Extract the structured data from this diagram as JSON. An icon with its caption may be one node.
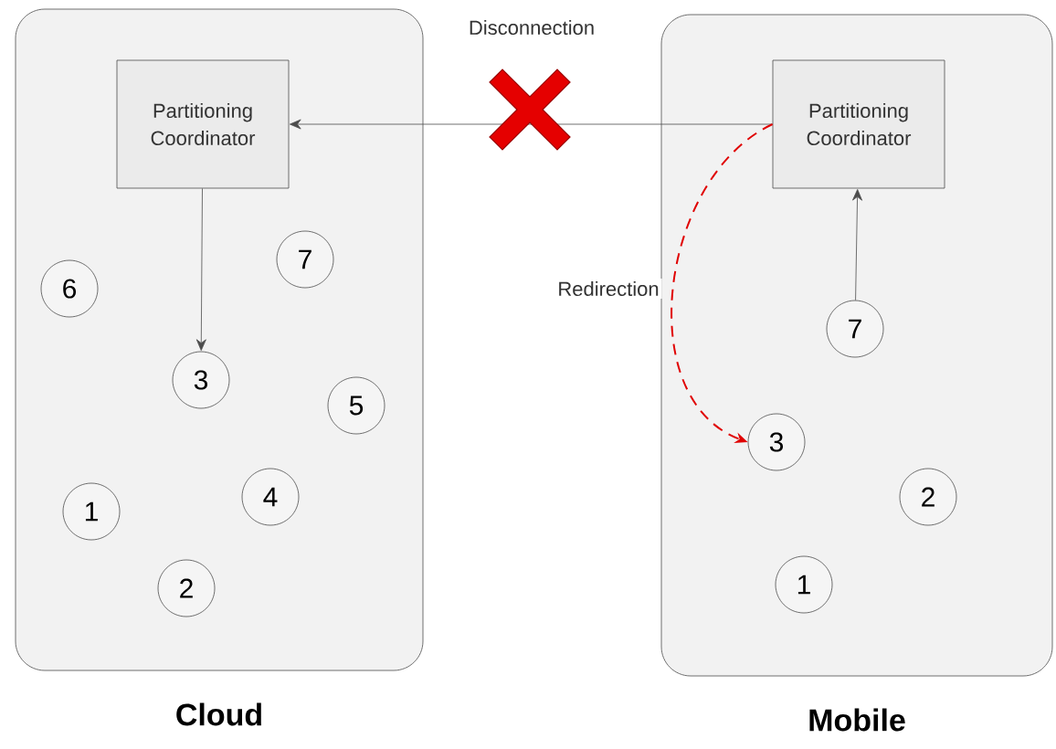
{
  "diagram": {
    "nodes": [
      {
        "text": [
          "Cloud"
        ]
      },
      {
        "text": [
          "Partitioning Coordinator"
        ],
        "in": 0
      },
      {
        "text": [
          "7"
        ],
        "in": 0
      },
      {
        "text": [
          "6"
        ],
        "in": 0
      },
      {
        "text": [
          "3"
        ],
        "in": 0
      },
      {
        "text": [
          "5"
        ],
        "in": 0
      },
      {
        "text": [
          "4"
        ],
        "in": 0
      },
      {
        "text": [
          "1"
        ],
        "in": 0
      },
      {
        "text": [
          "2"
        ],
        "in": 0
      },
      {
        "text": [
          "Mobile"
        ]
      },
      {
        "text": [
          "Partitioning Coordinator"
        ],
        "in": 9
      },
      {
        "text": [
          "7"
        ],
        "in": 9
      },
      {
        "text": [
          "3"
        ],
        "in": 9
      },
      {
        "text": [
          "2"
        ],
        "in": 9
      },
      {
        "text": [
          "1"
        ],
        "in": 9
      }
    ],
    "edges": [
      {
        "from": 10,
        "to": 1,
        "arrow": "to"
      },
      {
        "from": 1,
        "to": 4,
        "arrow": "to"
      },
      {
        "from": 11,
        "to": 10,
        "arrow": "to"
      },
      {
        "from": 10,
        "to": 12,
        "arrow": "to",
        "style": "dashed",
        "color": "#e00000",
        "label": "Redirection"
      }
    ],
    "labels": [
      "Disconnection"
    ]
  }
}
